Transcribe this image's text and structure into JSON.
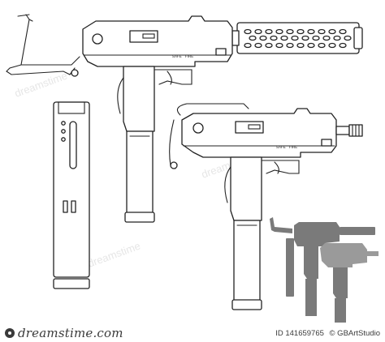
{
  "engravings": {
    "safe": "SAFE",
    "fire": "FIRE"
  },
  "watermark": {
    "tiled_text": "dreamstime",
    "brand": "dreamstime.com",
    "id_label": "ID 141659765",
    "author": "© GBArtStudio"
  },
  "colors": {
    "outline": "#222222",
    "silhouette": "#7a7a7a",
    "background": "#ffffff"
  }
}
